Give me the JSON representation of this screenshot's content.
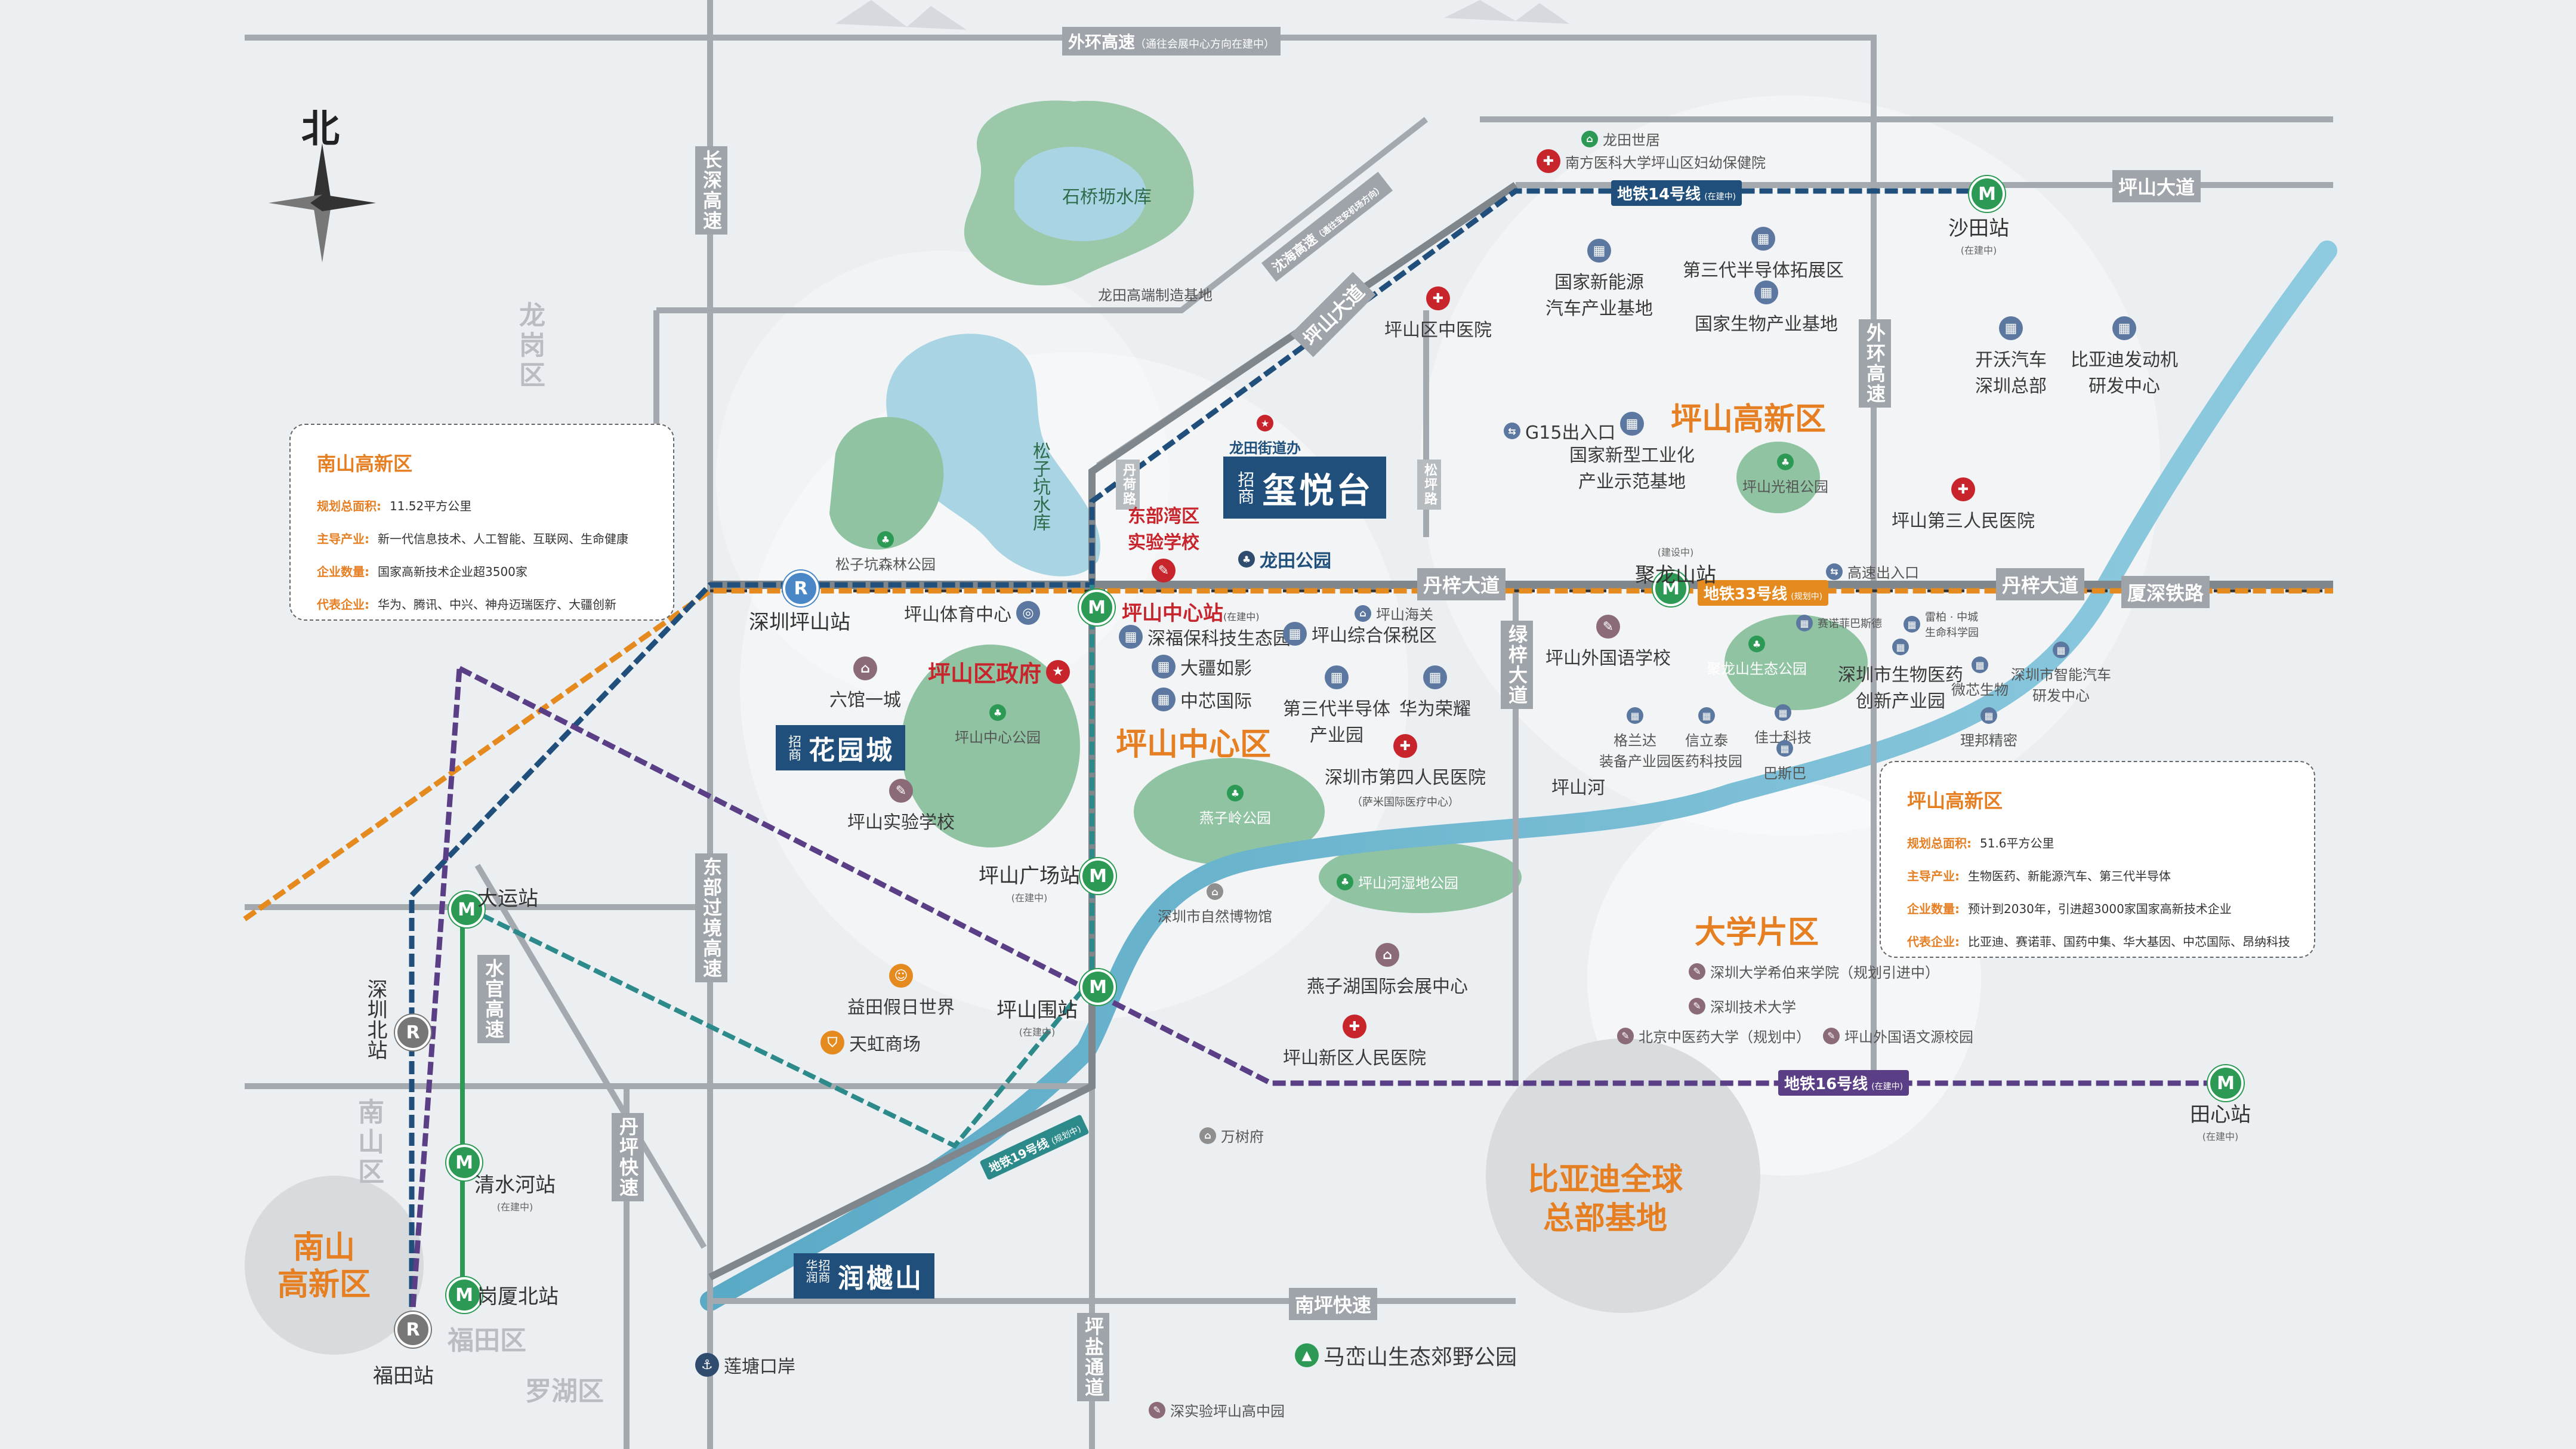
{
  "compass": {
    "north": "北"
  },
  "districts": {
    "longgang": "龙岗区",
    "nanshan": "南山区",
    "futian": "福田区",
    "luohu": "罗湖区"
  },
  "roads": {
    "waihuan_top": "外环高速",
    "waihuan_top_note": "（通往会展中心方向在建中）",
    "changshen": "长深高速",
    "waihuan_right": "外环高速",
    "pingshan_ave_top": "坪山大道",
    "pingshan_ave_diag": "坪山大道",
    "chuanghao": "沈海高速",
    "chuanghao_note": "（通往宝安机场方向）",
    "danzi_ave_left": "丹梓大道",
    "danzi_ave_right": "丹梓大道",
    "xiashen_rail": "厦深铁路",
    "dongbu": "东部过境高速",
    "shuiguan": "水官高速",
    "danping": "丹坪快速",
    "lvzi": "绿梓大道",
    "nanping": "南坪快速",
    "pingyan": "坪盐通道",
    "danxin": "丹荷路",
    "songpi": "松坪路"
  },
  "metro": {
    "line14": "地铁14号线",
    "line14_note": "(在建中)",
    "line33": "地铁33号线",
    "line33_note": "(规划中)",
    "line16": "地铁16号线",
    "line16_note": "(在建中)",
    "line19": "地铁19号线",
    "line19_note": "(规划中)"
  },
  "stations": {
    "shatian": "沙田站",
    "shatian_note": "(在建中)",
    "shenzhen_pingshan": "深圳坪山站",
    "pingshan_center": "坪山中心站",
    "pingshan_center_note": "(在建中)",
    "julongshan": "聚龙山站",
    "julongshan_note": "(建设中)",
    "pingshan_plaza": "坪山广场站",
    "pingshan_plaza_note": "(在建中)",
    "pingshan_wei": "坪山围站",
    "pingshan_wei_note": "(在建中)",
    "dayun": "大运站",
    "shenzhen_north": "深圳北站",
    "qingshuihe": "清水河站",
    "qingshuihe_note": "(在建中)",
    "gangxia_north": "岗厦北站",
    "futian": "福田站",
    "tianxin": "田心站",
    "tianxin_note": "(在建中)"
  },
  "zones": {
    "pingshan_hightech": "坪山高新区",
    "pingshan_center_zone": "坪山中心区",
    "university_zone": "大学片区",
    "byd_hq": "比亚迪全球\n总部基地",
    "nanshan_hightech": "南山\n高新区"
  },
  "projects": {
    "xiyuetai_tag": "招商",
    "xiyuetai_name": "玺悦台",
    "huayuancheng_tag": "招商",
    "huayuancheng_name": "花园城",
    "runlanshan_tag": "招商华润",
    "runlanshan_name": "润樾山"
  },
  "pois": {
    "shiqiaokeng": "石桥坜水库",
    "longtian_manuf": "龙田高端制造基地",
    "songzikeng_res": "松子坑水库",
    "songzikeng_park": "松子坑森林公园",
    "longtian_world": "龙田世居",
    "sustech_hosp": "南方医科大学坪山区妇幼保健院",
    "semi3_expand": "第三代半导体拓展区",
    "new_energy": "国家新能源\n汽车产业基地",
    "bio_base": "国家生物产业基地",
    "tcm_hosp": "坪山区中医院",
    "longtian_office": "龙田街道办",
    "dongbuwan_school": "东部湾区\n实验学校",
    "longtian_park": "龙田公园",
    "g15_exit": "G15出入口",
    "new_industrial": "国家新型工业化\n产业示范基地",
    "pingshan_guangzu": "坪山光祖公园",
    "kaiwo": "开沃汽车\n深圳总部",
    "byd_engine": "比亚迪发动机\n研发中心",
    "third_hosp": "坪山第三人民医院",
    "highway_exit": "高速出入口",
    "sports_center": "坪山体育中心",
    "gov": "坪山区政府",
    "liuguan": "六馆一城",
    "central_park": "坪山中心公园",
    "shiyan_school": "坪山实验学校",
    "poly_eco": "深福保科技生态园",
    "dajiang": "大疆如影",
    "zhongxin": "中芯国际",
    "comp_bonded": "坪山综合保税区",
    "customs": "坪山海关",
    "semi3_park": "第三代半导体\n产业园",
    "huawei": "华为荣耀",
    "foreign_school": "坪山外国语学校",
    "fourth_hosp": "深圳市第四人民医院",
    "fourth_hosp_note": "（萨米国际医疗中心）",
    "pingshan_river": "坪山河",
    "yanziling": "燕子岭公园",
    "wetland": "坪山河湿地公园",
    "nature_museum": "深圳市自然博物馆",
    "yanzihu": "燕子湖国际会展中心",
    "new_hosp": "坪山新区人民医院",
    "yitian": "益田假日世界",
    "tianhong": "天虹商场",
    "wanshu": "万树府",
    "jlshan_park": "聚龙山生态公园",
    "sanofi": "赛诺菲巴斯德",
    "leibai": "雷柏 · 中城\n生命科学园",
    "bio_innov": "深圳市生物医药\n创新产业园",
    "smart_car": "深圳市智能汽车\n研发中心",
    "weixin": "微芯生物",
    "libang": "理邦精密",
    "gelanda": "格兰达\n装备产业园",
    "xinlitai": "信立泰\n医药科技园",
    "jiashi": "佳士科技",
    "babi": "巴斯巴",
    "hit": "深圳大学希伯来学院（规划引进中）",
    "sztu": "深圳技术大学",
    "bucm": "北京中医药大学（规划中）",
    "bfsu": "坪山外国语文源校园",
    "liantang": "莲塘口岸",
    "mashan_park": "马峦山生态郊野公园",
    "sz_high": "深实验坪山高中园"
  },
  "info_nanshan": {
    "title": "南山高新区",
    "area_label": "规划总面积:",
    "area": "11.52平方公里",
    "ind_label": "主导产业:",
    "ind": "新一代信息技术、人工智能、互联网、生命健康",
    "ent_label": "企业数量:",
    "ent": "国家高新技术企业超3500家",
    "rep_label": "代表企业:",
    "rep": "华为、腾讯、中兴、神舟迈瑞医疗、大疆创新"
  },
  "info_pingshan": {
    "title": "坪山高新区",
    "area_label": "规划总面积:",
    "area": "51.6平方公里",
    "ind_label": "主导产业:",
    "ind": "生物医药、新能源汽车、第三代半导体",
    "ent_label": "企业数量:",
    "ent": "预计到2030年，引进超3000家国家高新技术企业",
    "rep_label": "代表企业:",
    "rep": "比亚迪、赛诺菲、国药中集、华大基因、中芯国际、昂纳科技"
  },
  "colors": {
    "road": "#9ea4aa",
    "line14": "#1f4f7a",
    "line33": "#e58a1f",
    "line16": "#5b3f86",
    "line19": "#2d8a8a",
    "zone_orange": "#e67e22",
    "brand_blue": "#1f4f7a",
    "water": "#8fc6d9",
    "park": "#8fc3a2"
  }
}
